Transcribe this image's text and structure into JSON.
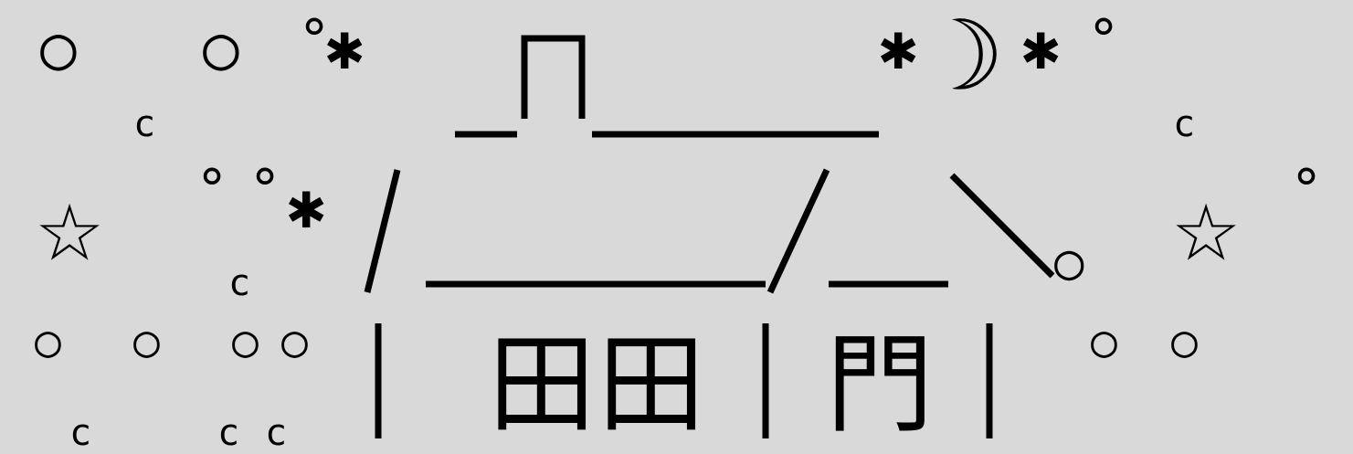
{
  "art": {
    "label": "Ascii art of a house under a night sky with stars, a crescent moon and snow",
    "chars": {
      "circle": "○",
      "small_circle": "°",
      "asterisk": "✱",
      "star": "☆",
      "moon": "☽",
      "flake": "c",
      "window": "田",
      "door": "門"
    }
  }
}
